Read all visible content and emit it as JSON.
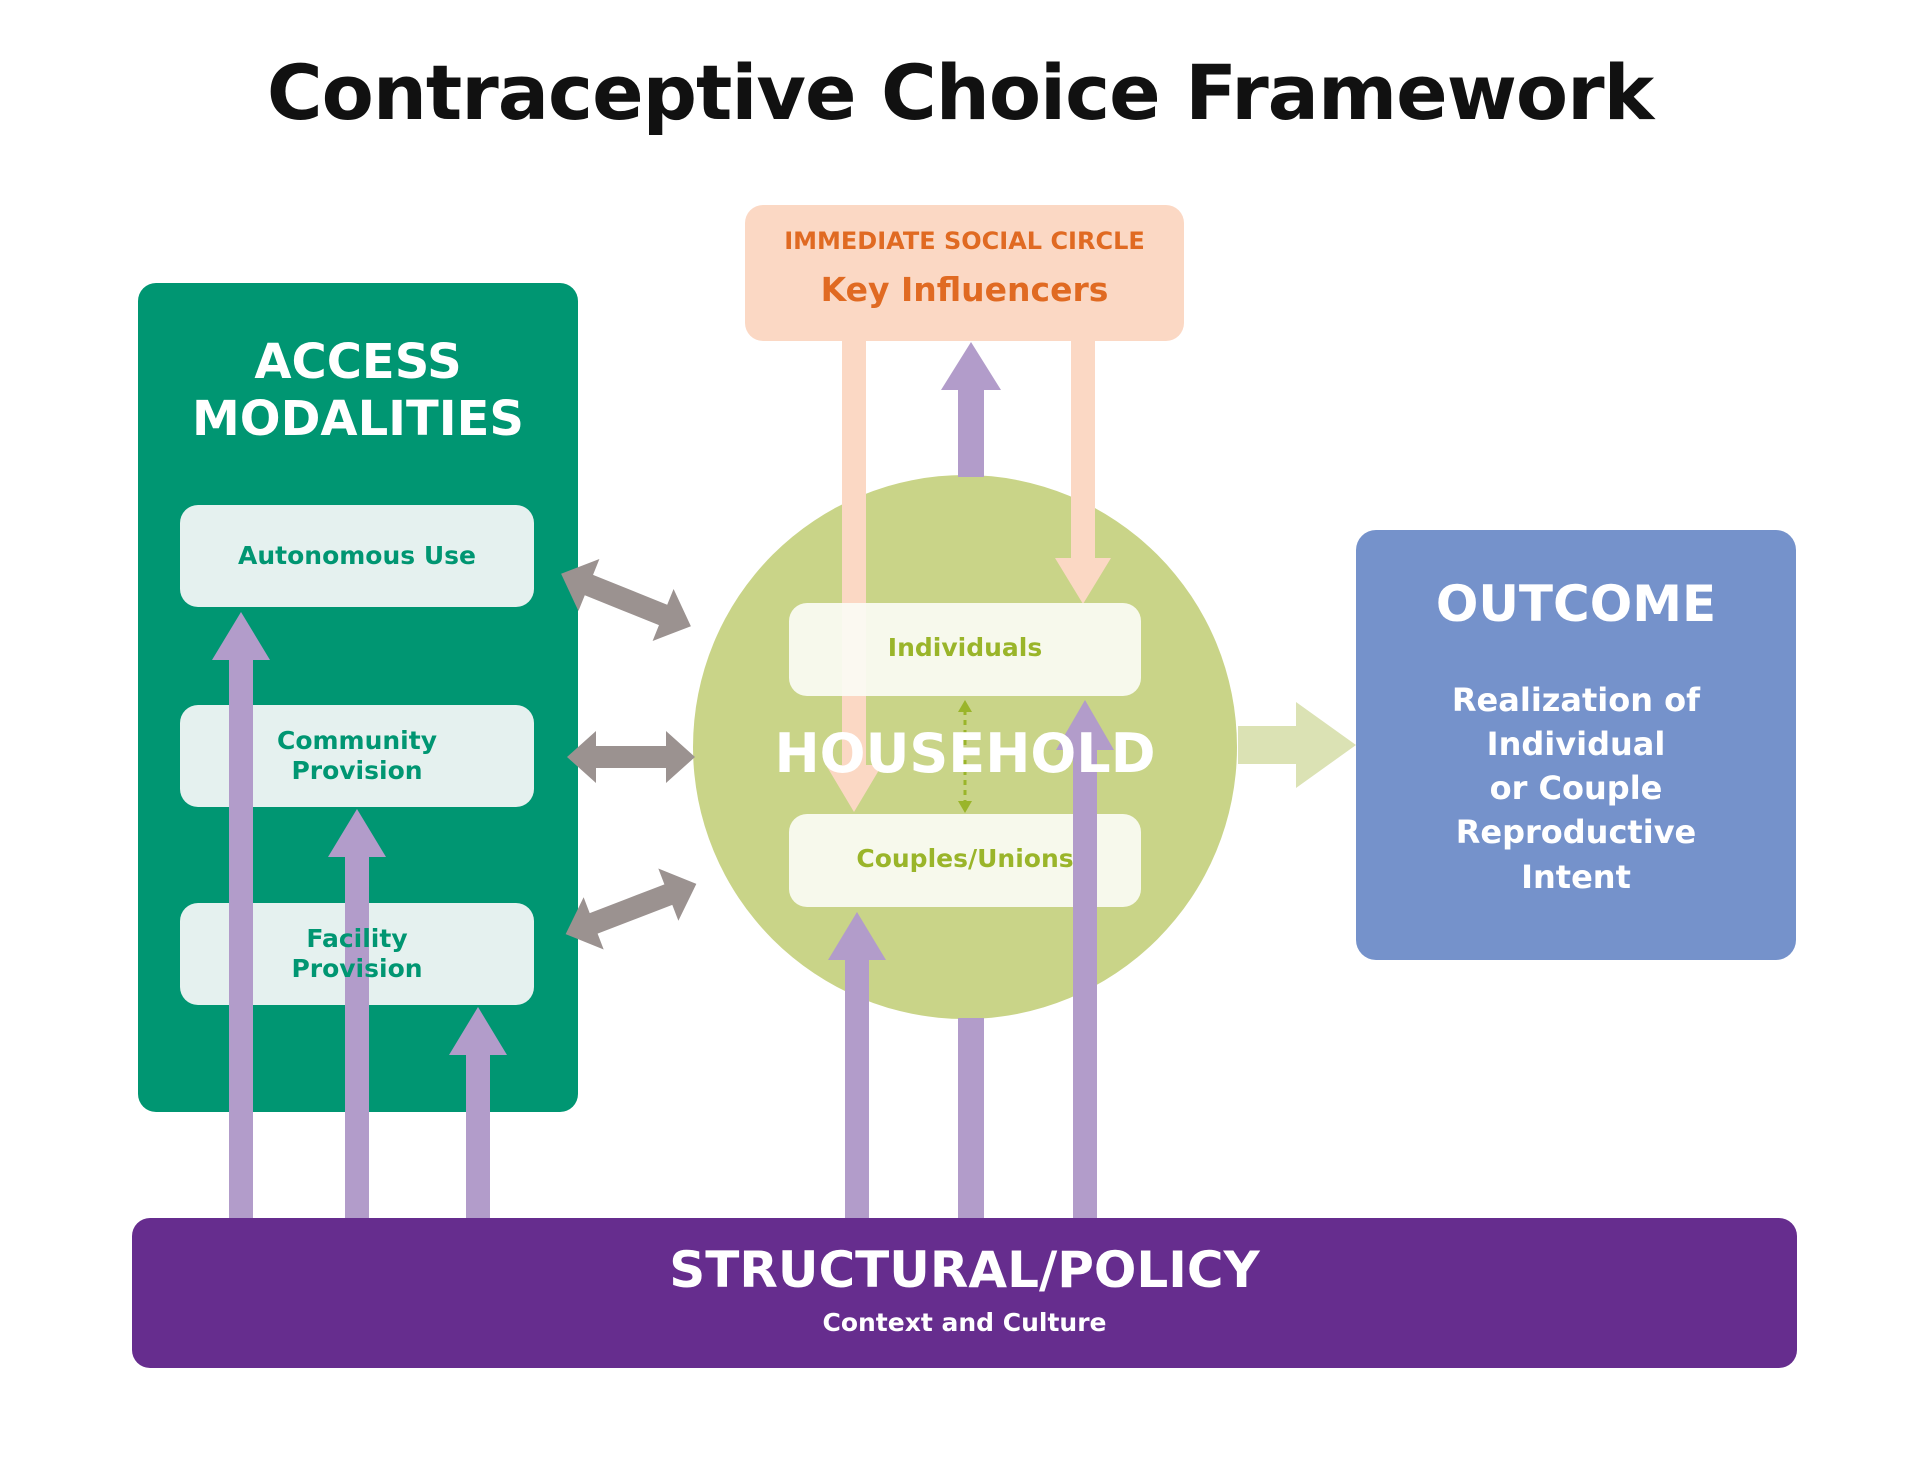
{
  "title": "Contraceptive Choice Framework",
  "colors": {
    "access_green": "#009672",
    "sub_box_fill": "#e5f1ef",
    "social_circle_fill": "#fbd8c4",
    "social_circle_text": "#e06a22",
    "household_fill": "#c9d488",
    "household_text_green": "#9ab52a",
    "outcome_fill": "#7592cb",
    "structural_purple": "#662d8e",
    "purple_arrow": "#b29cca",
    "grey_arrow": "#9b9290",
    "peach_arrow": "#fbd8c4",
    "light_green_arrow": "#dbe2b4"
  },
  "access_modalities": {
    "title_line1": "ACCESS",
    "title_line2": "MODALITIES",
    "items": [
      {
        "line1": "Autonomous Use",
        "line2": ""
      },
      {
        "line1": "Community",
        "line2": "Provision"
      },
      {
        "line1": "Facility",
        "line2": "Provision"
      }
    ]
  },
  "social_circle": {
    "subtitle": "IMMEDIATE SOCIAL CIRCLE",
    "title": "Key Influencers"
  },
  "household": {
    "title": "HOUSEHOLD",
    "individuals": "Individuals",
    "couples": "Couples/Unions"
  },
  "outcome": {
    "title": "OUTCOME",
    "lines": [
      "Realization of",
      "Individual",
      "or Couple",
      "Reproductive",
      "Intent"
    ]
  },
  "structural": {
    "title": "STRUCTURAL/POLICY",
    "subtitle": "Context and Culture"
  }
}
